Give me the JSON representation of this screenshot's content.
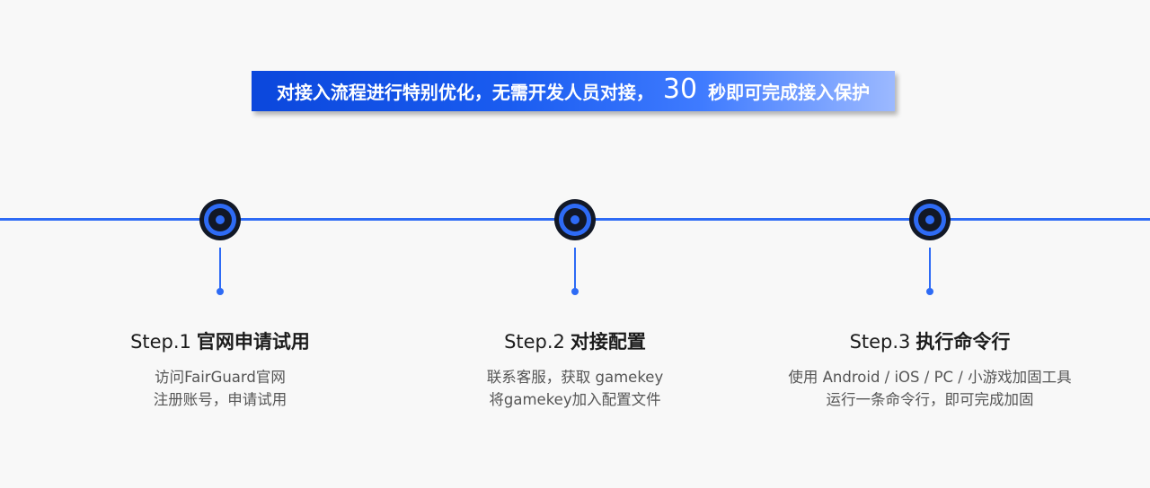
{
  "banner": {
    "text_before": "对接入流程进行特别优化，无需开发人员对接，",
    "number": "30",
    "text_after": "秒即可完成接入保护"
  },
  "colors": {
    "accent": "#2e6bf5",
    "node_dark": "#121826",
    "banner_start": "#0b47dc",
    "banner_end": "#9cb9ff",
    "background": "#f8f8f8"
  },
  "steps": [
    {
      "label": "Step.1",
      "title": "官网申请试用",
      "desc_line1": "访问FairGuard官网",
      "desc_line2": "注册账号，申请试用"
    },
    {
      "label": "Step.2",
      "title": "对接配置",
      "desc_line1": "联系客服，获取 gamekey",
      "desc_line2": "将gamekey加入配置文件"
    },
    {
      "label": "Step.3",
      "title": "执行命令行",
      "desc_line1": "使用 Android / iOS / PC / 小游戏加固工具",
      "desc_line2": "运行一条命令行，即可完成加固"
    }
  ]
}
